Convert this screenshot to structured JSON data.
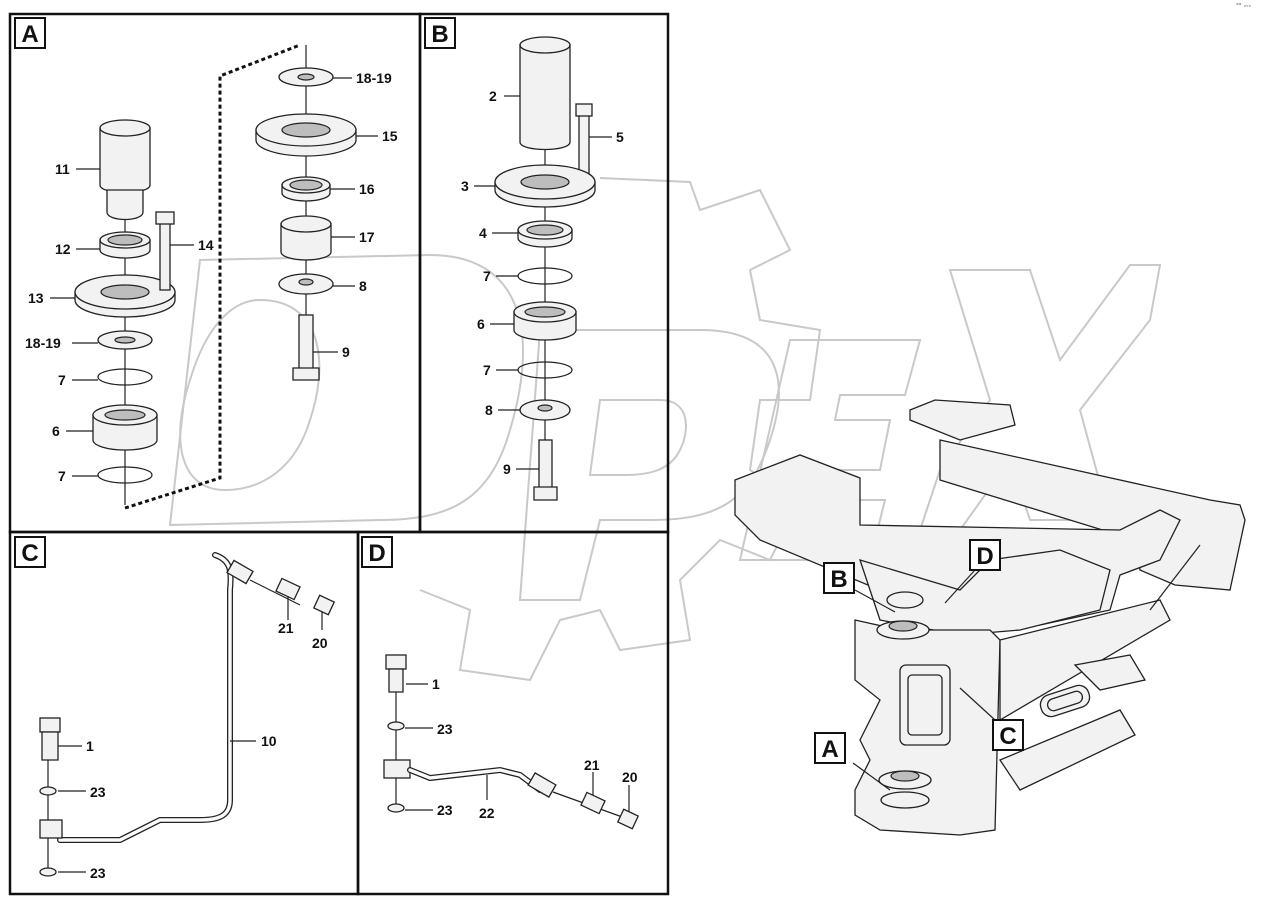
{
  "corner_note": "°° ◦◦◦",
  "watermark": "OPEX",
  "sections": {
    "A": {
      "title": "A",
      "labels": [
        "18-19",
        "15",
        "16",
        "17",
        "8",
        "9",
        "11",
        "14",
        "12",
        "13",
        "18-19",
        "7",
        "6",
        "7"
      ]
    },
    "B": {
      "title": "B",
      "labels": [
        "2",
        "5",
        "3",
        "4",
        "7",
        "6",
        "7",
        "8",
        "9"
      ]
    },
    "C": {
      "title": "C",
      "labels": [
        "21",
        "20",
        "10",
        "1",
        "23",
        "23"
      ]
    },
    "D": {
      "title": "D",
      "labels": [
        "1",
        "23",
        "23",
        "22",
        "21",
        "20"
      ]
    }
  },
  "assembly_callouts": [
    "B",
    "D",
    "A",
    "C"
  ]
}
